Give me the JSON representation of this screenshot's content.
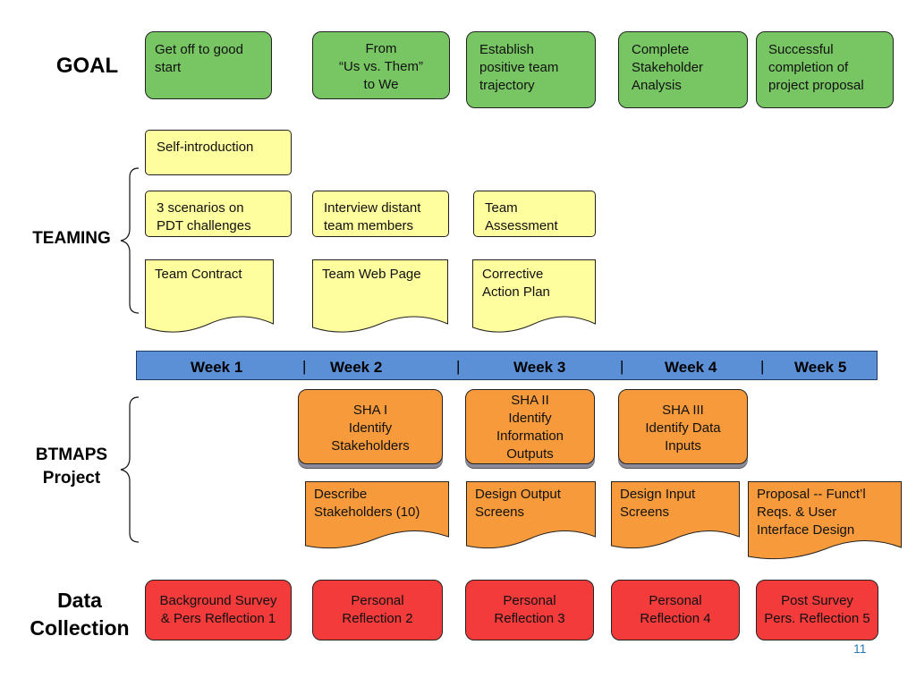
{
  "labels": {
    "goal": "GOAL",
    "teaming": "TEAMING",
    "btmaps_line1": "BTMAPS",
    "btmaps_line2": "Project",
    "data_line1": "Data",
    "data_line2": "Collection"
  },
  "goals": [
    {
      "lines": [
        "Get off to good",
        "start"
      ]
    },
    {
      "lines": [
        "From",
        "“Us vs. Them”",
        "to We"
      ]
    },
    {
      "lines": [
        "Establish",
        "positive team",
        "trajectory"
      ]
    },
    {
      "lines": [
        "Complete",
        "Stakeholder",
        "Analysis"
      ]
    },
    {
      "lines": [
        "Successful",
        "completion of",
        "project proposal"
      ]
    }
  ],
  "teaming": {
    "self_intro": "Self-introduction",
    "scenarios": [
      "3 scenarios on",
      "PDT challenges"
    ],
    "interview": [
      "Interview distant",
      "team members"
    ],
    "assessment": [
      "Team",
      "Assessment"
    ],
    "contract": "Team Contract",
    "webpage": "Team Web Page",
    "corrective": [
      "Corrective",
      "Action Plan"
    ]
  },
  "weeks": [
    "Week 1",
    "Week 2",
    "Week 3",
    "Week 4",
    "Week 5"
  ],
  "week_separator": "|",
  "sha": [
    {
      "lines": [
        "SHA I",
        "Identify",
        "Stakeholders"
      ]
    },
    {
      "lines": [
        "SHA II",
        "Identify",
        "Information",
        "Outputs"
      ]
    },
    {
      "lines": [
        "SHA III",
        "Identify Data",
        "Inputs"
      ]
    }
  ],
  "deliverables": [
    {
      "lines": [
        "Describe",
        "Stakeholders (10)"
      ]
    },
    {
      "lines": [
        "Design Output",
        "Screens"
      ]
    },
    {
      "lines": [
        "Design Input",
        "Screens"
      ]
    },
    {
      "lines": [
        "Proposal -- Funct’l",
        "Reqs. & User",
        "Interface Design"
      ]
    }
  ],
  "data_collection": [
    {
      "lines": [
        "Background Survey",
        "& Pers Reflection 1"
      ]
    },
    {
      "lines": [
        "Personal",
        "Reflection 2"
      ]
    },
    {
      "lines": [
        "Personal",
        "Reflection 3"
      ]
    },
    {
      "lines": [
        "Personal",
        "Reflection 4"
      ]
    },
    {
      "lines": [
        "Post Survey",
        "Pers. Reflection 5"
      ]
    }
  ],
  "page_number": "11",
  "colors": {
    "goal_green": "#77c663",
    "sticky_yellow": "#fefe9e",
    "orange": "#f79a3c",
    "red": "#f33b3b",
    "week_blue": "#5b8fd6",
    "page_number_blue": "#2e7bb0"
  }
}
